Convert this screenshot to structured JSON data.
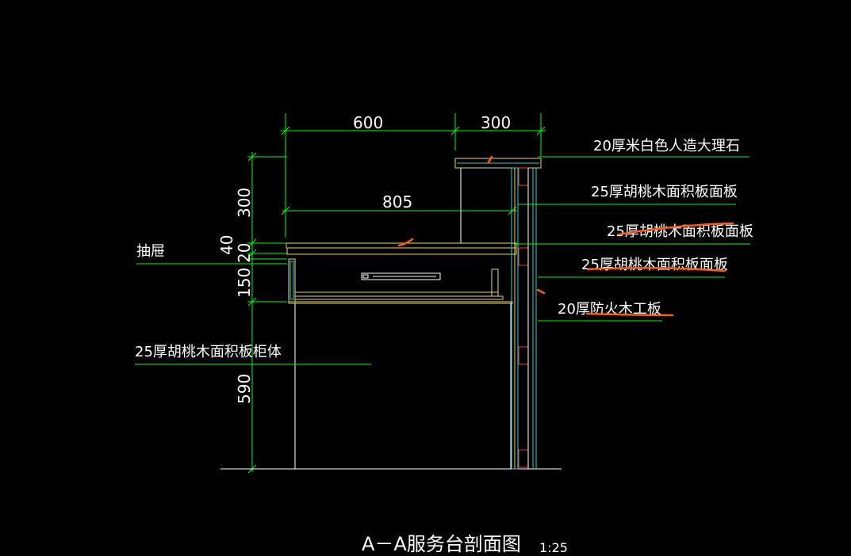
{
  "dimensions": {
    "top_600": "600",
    "top_300": "300",
    "inner_805": "805",
    "left_300": "300",
    "left_40": "40",
    "left_20": "20",
    "left_150": "150",
    "left_590": "590"
  },
  "labels": {
    "drawer": "抽屉",
    "cabinet_body": "25厚胡桃木面积板柜体",
    "marble": "20厚米白色人造大理石",
    "panel_1": "25厚胡桃木面积板面板",
    "panel_2": "25厚胡桃木面积板面板",
    "panel_3": "25厚胡桃木面积板面板",
    "fireproof": "20厚防火木工板"
  },
  "title": {
    "main": "A－A服务台剖面图",
    "scale": "1:25"
  },
  "colors": {
    "dimension_lines": "#00ff00",
    "markup": "#ff5a14",
    "outline": "#ffffff",
    "panel": "#e8d66a",
    "section": "#2fd4d4"
  }
}
